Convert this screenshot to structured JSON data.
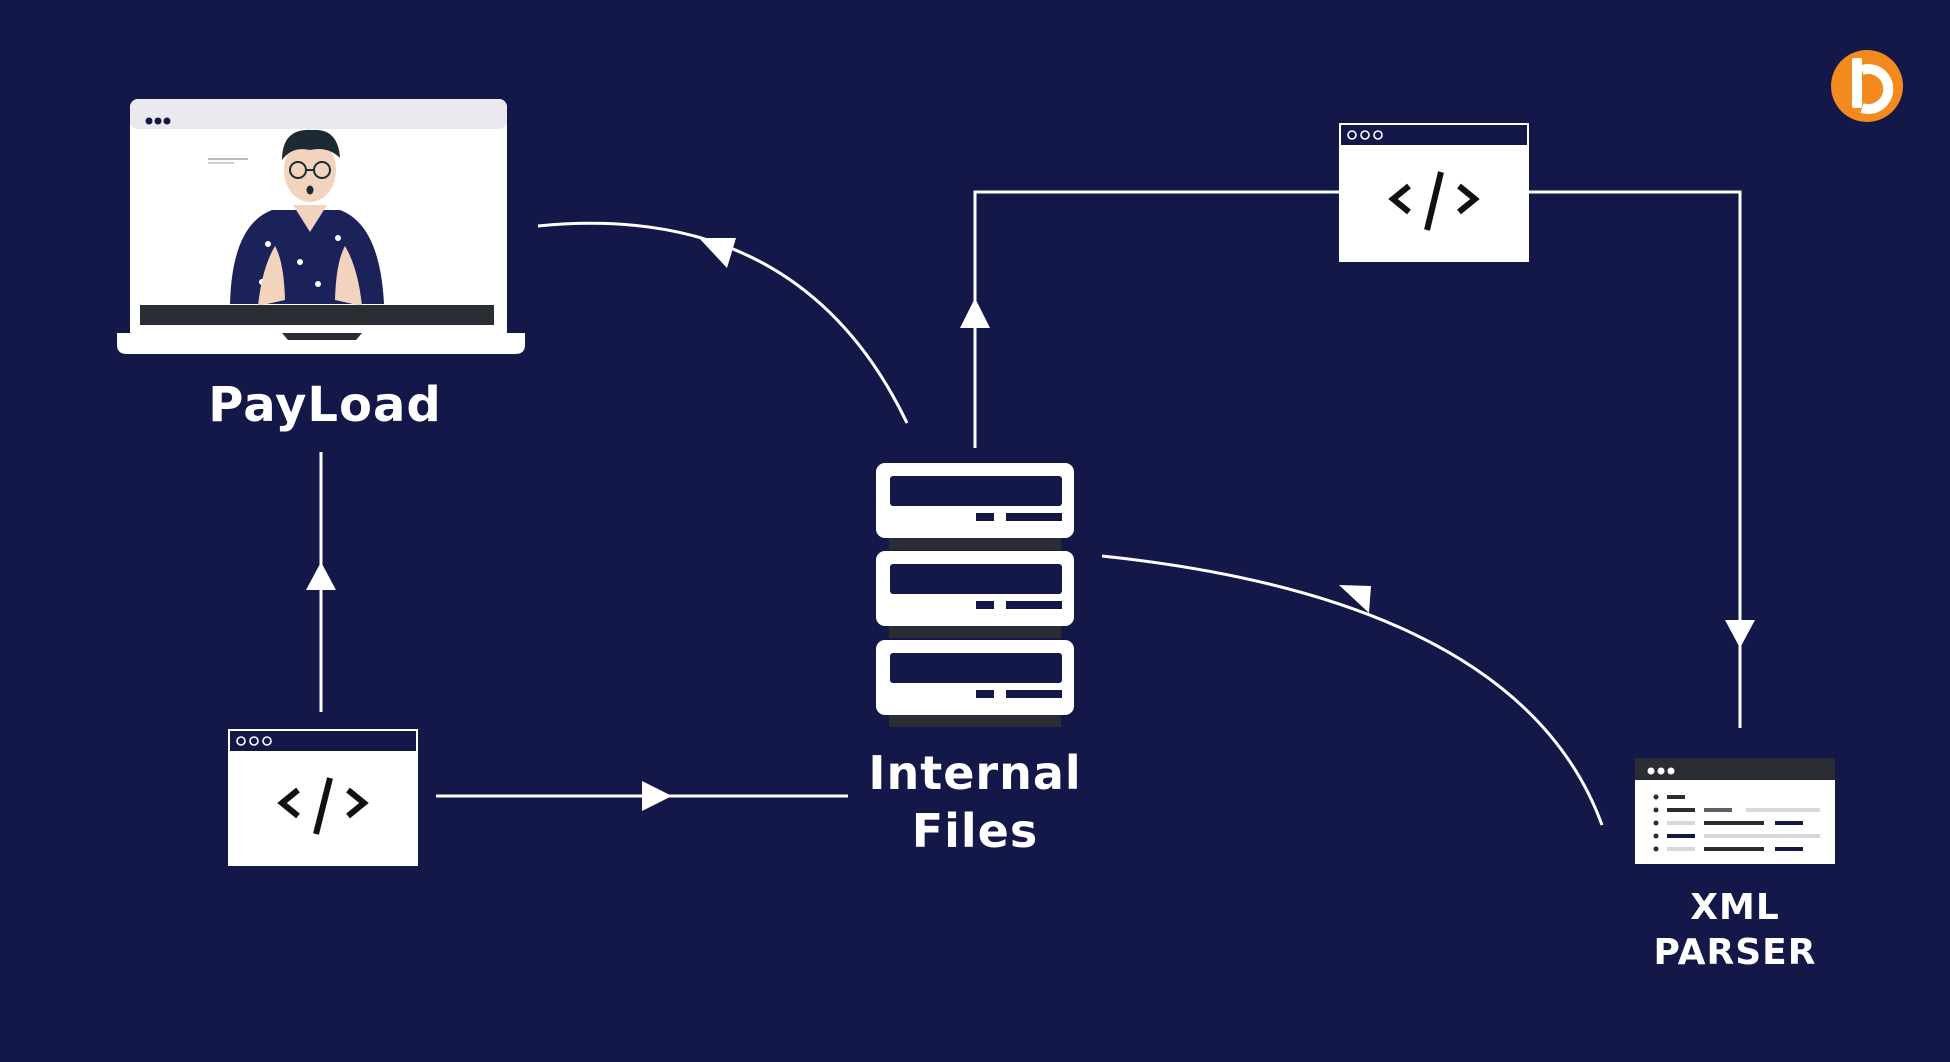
{
  "colors": {
    "background": "#141849",
    "foreground": "#ffffff",
    "window_bar": "#141849",
    "dark_band": "#2a2d33",
    "brand_orange": "#f28a1e"
  },
  "nodes": {
    "payload": {
      "label": "PayLoad",
      "icon": "laptop-video-icon"
    },
    "internal_files": {
      "label_line1": "Internal",
      "label_line2": "Files",
      "icon": "server-stack-icon"
    },
    "xml_parser": {
      "label_line1": "XML",
      "label_line2": "PARSER",
      "icon": "document-list-window-icon"
    },
    "code_window_bottom": {
      "glyph": "</>",
      "icon": "code-window-icon"
    },
    "code_window_top": {
      "glyph": "</>",
      "icon": "code-window-icon"
    }
  },
  "edges": [
    {
      "from": "code_window_bottom",
      "to": "payload"
    },
    {
      "from": "code_window_bottom",
      "to": "internal_files"
    },
    {
      "from": "internal_files",
      "to": "payload"
    },
    {
      "from": "internal_files",
      "to": "code_window_top"
    },
    {
      "from": "code_window_top",
      "to": "xml_parser"
    },
    {
      "from": "xml_parser",
      "to": "internal_files"
    }
  ],
  "brand": {
    "icon": "brand-logo-icon"
  }
}
